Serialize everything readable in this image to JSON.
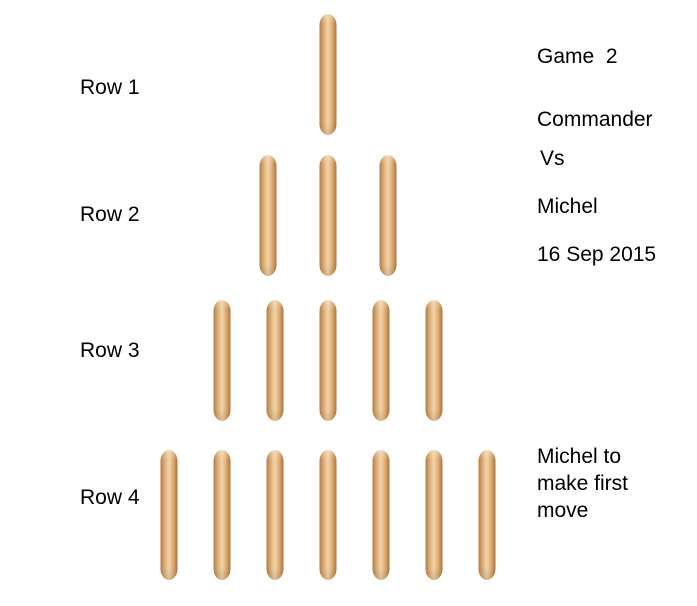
{
  "game_type": "nim-matchstick-game",
  "rows": [
    {
      "label": "Row 1",
      "count": 1
    },
    {
      "label": "Row 2",
      "count": 3
    },
    {
      "label": "Row 3",
      "count": 5
    },
    {
      "label": "Row 4",
      "count": 7
    }
  ],
  "info": {
    "game": "Game  2",
    "player1": "Commander",
    "vs": "Vs",
    "player2": "Michel",
    "date": "16 Sep 2015",
    "note": "Michel to make first move"
  },
  "colors": {
    "background": "#ffffff",
    "text": "#000000",
    "stick_wood_light": "#f0d0a6",
    "stick_wood_dark": "#aa7440"
  }
}
